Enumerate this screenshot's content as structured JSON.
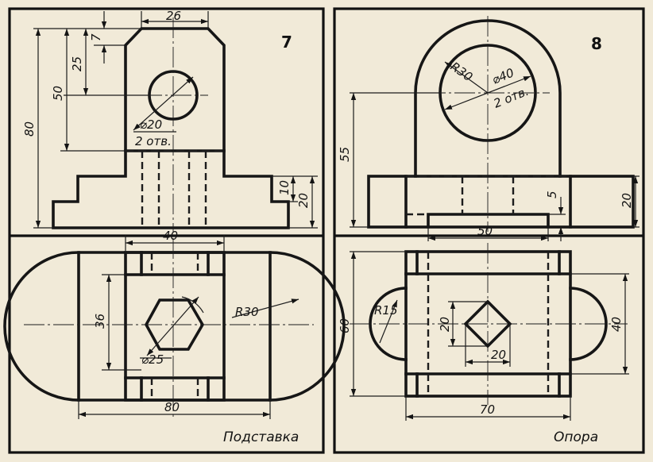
{
  "left_sheet": {
    "number": "7",
    "title": "Подставка",
    "dims": {
      "top_width": "26",
      "chamfer": "7",
      "hole_center_height": "25",
      "upper_height": "50",
      "total_height": "80",
      "step_small": "10",
      "step_large": "20",
      "base_width": "40",
      "plan_height": "36",
      "radius": "R30",
      "plan_length": "80"
    },
    "notes": {
      "hole_dia": "⌀20",
      "hole_count": "2 отв.",
      "hex_size": "⌀25"
    }
  },
  "right_sheet": {
    "number": "8",
    "title": "Опора",
    "dims": {
      "arc_radius": "R30",
      "height": "55",
      "slot_depth": "5",
      "block_height": "20",
      "foot_width": "50",
      "plan_width": "60",
      "lug_radius": "R15",
      "square_h": "20",
      "square_w": "20",
      "plan_inner": "40",
      "plan_length": "70"
    },
    "notes": {
      "hole_dia": "⌀40",
      "hole_count": "2 отв."
    }
  }
}
